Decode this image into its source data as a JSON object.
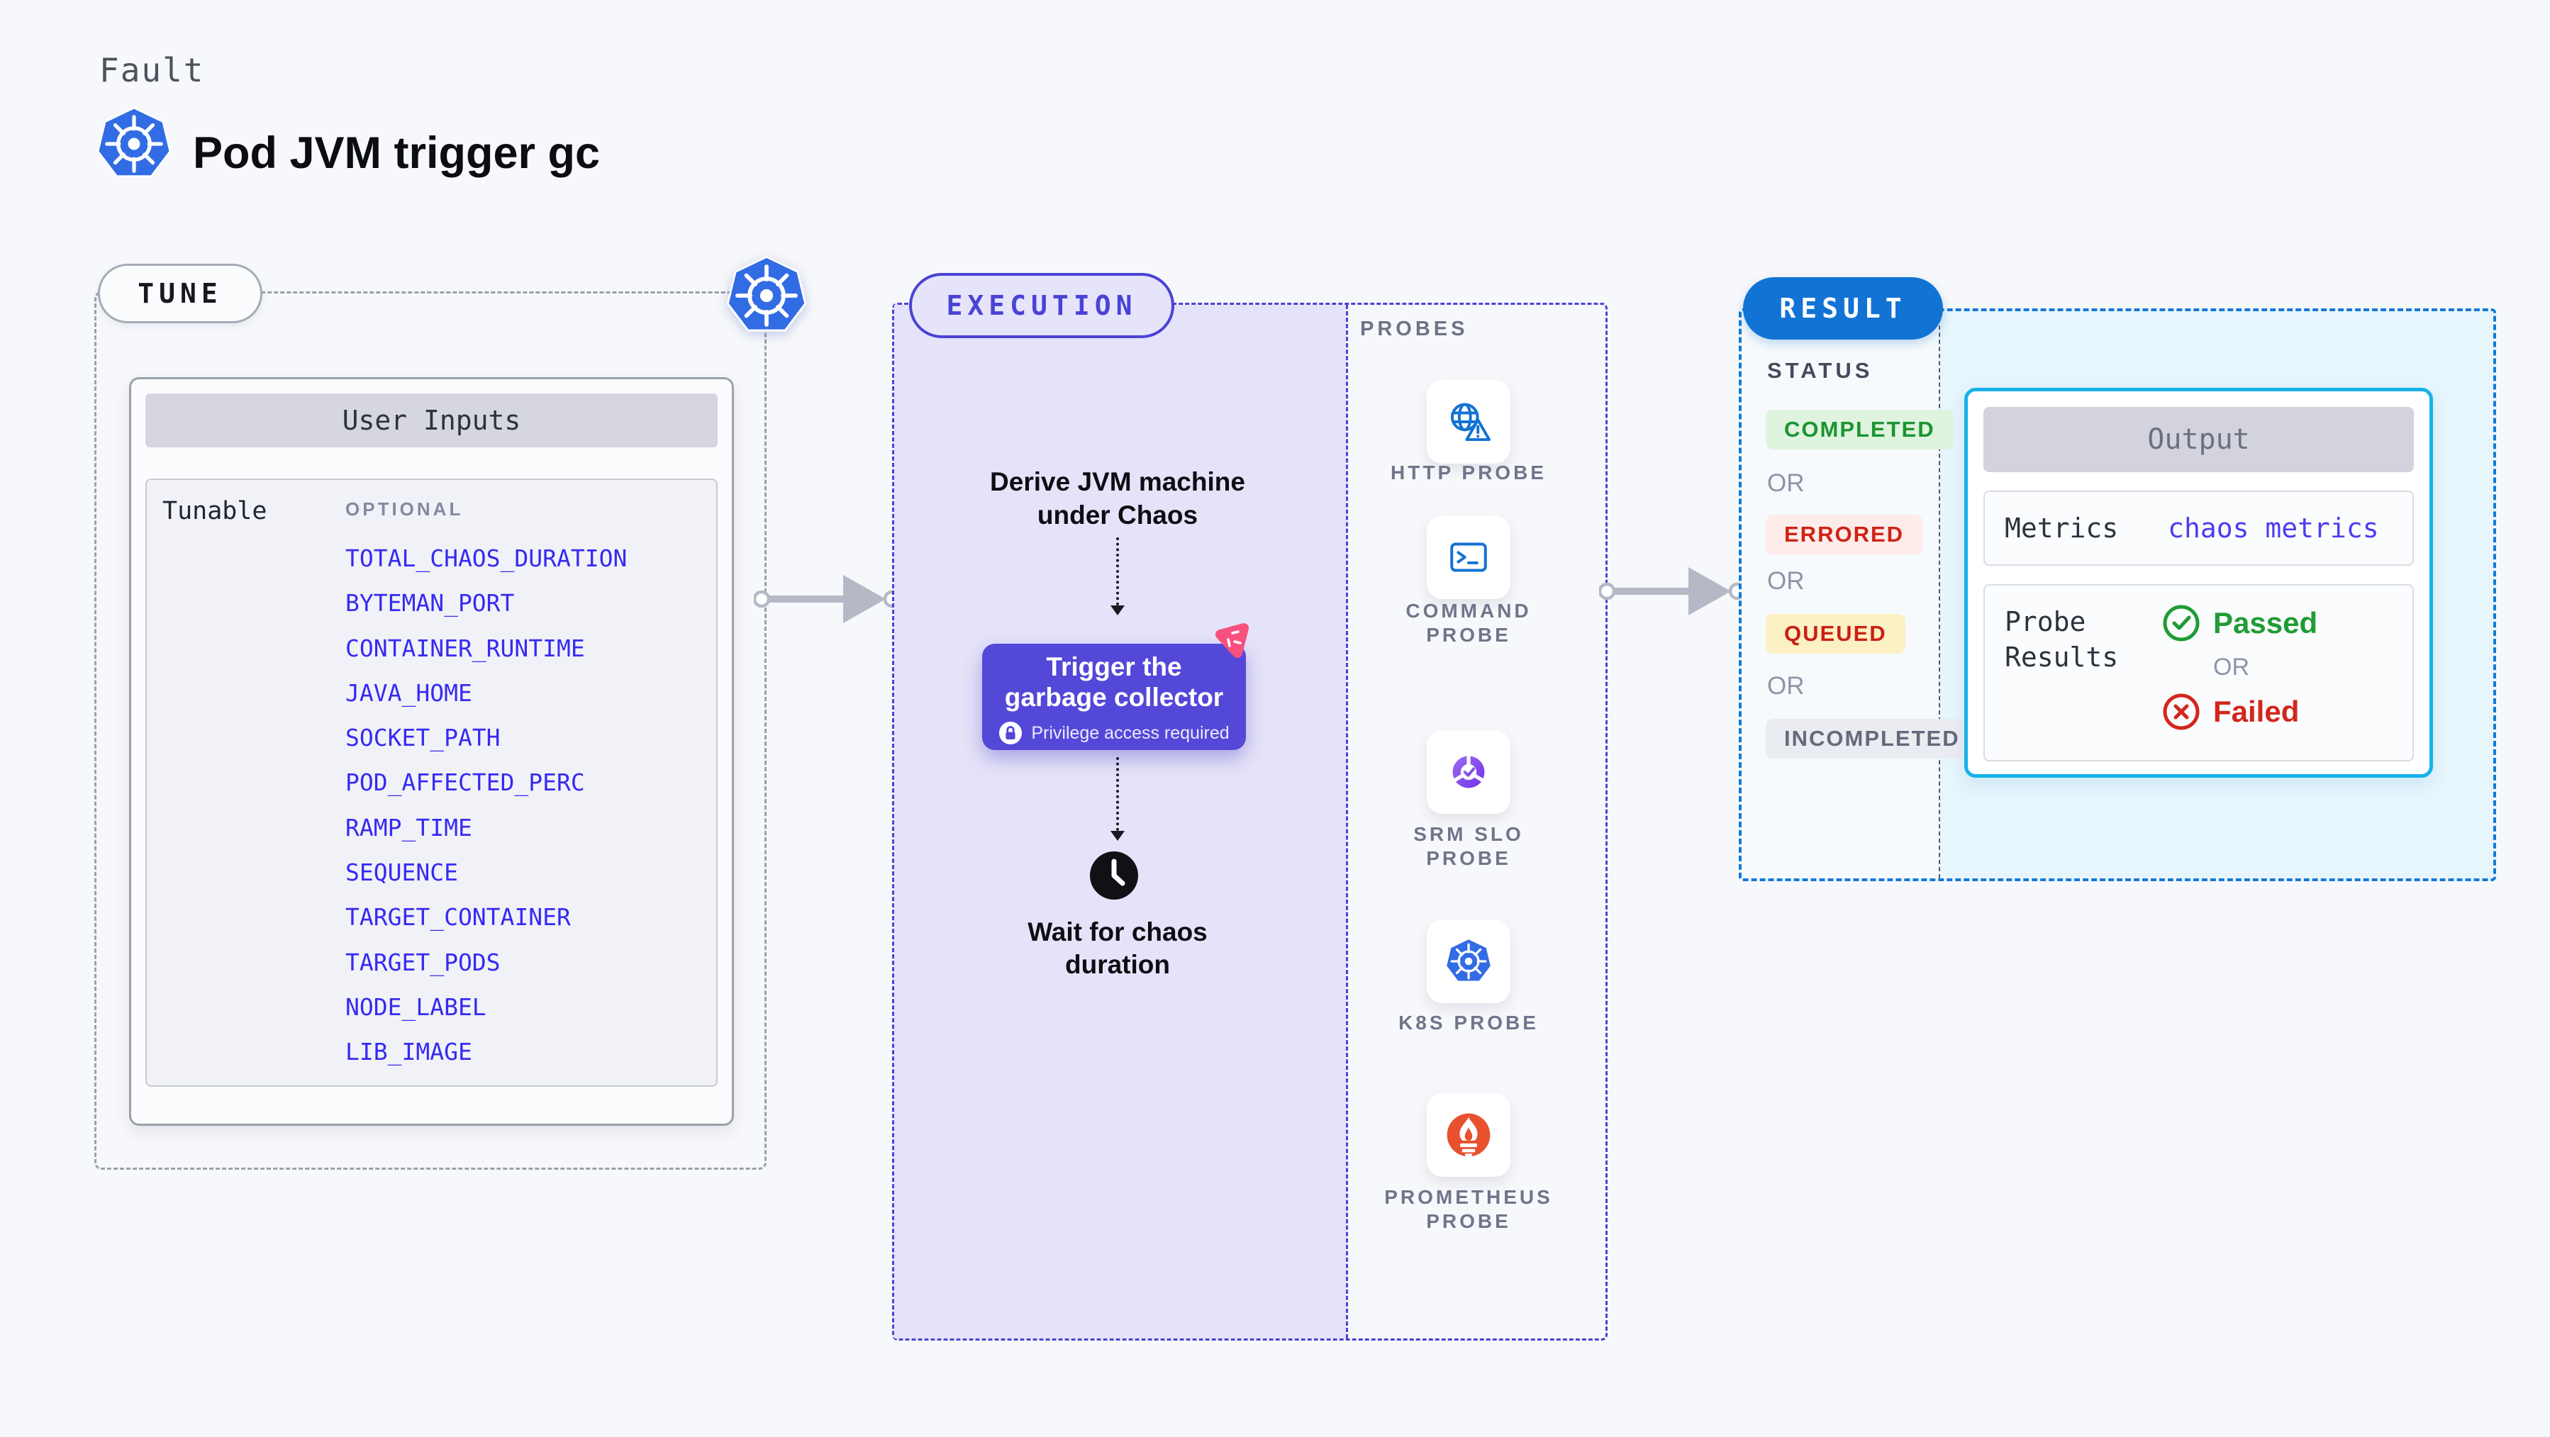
{
  "header": {
    "kicker": "Fault",
    "title": "Pod JVM trigger gc"
  },
  "tune": {
    "label": "TUNE",
    "card": {
      "header": "User Inputs",
      "row_label": "Tunable",
      "group_label": "OPTIONAL",
      "params": [
        "TOTAL_CHAOS_DURATION",
        "BYTEMAN_PORT",
        "CONTAINER_RUNTIME",
        "JAVA_HOME",
        "SOCKET_PATH",
        "POD_AFFECTED_PERC",
        "RAMP_TIME",
        "SEQUENCE",
        "TARGET_CONTAINER",
        "TARGET_PODS",
        "NODE_LABEL",
        "LIB_IMAGE"
      ]
    }
  },
  "execution": {
    "label": "EXECUTION",
    "derive": {
      "line1": "Derive JVM machine",
      "line2": "under Chaos"
    },
    "trigger": {
      "title": "Trigger the garbage collector",
      "subtitle": "Privilege access required"
    },
    "wait": {
      "line1": "Wait for chaos",
      "line2": "duration"
    }
  },
  "probes": {
    "label": "PROBES",
    "items": [
      {
        "icon": "http-probe-icon",
        "lines": [
          "HTTP PROBE",
          ""
        ]
      },
      {
        "icon": "command-probe-icon",
        "lines": [
          "COMMAND",
          "PROBE"
        ]
      },
      {
        "icon": "srm-slo-probe-icon",
        "lines": [
          "SRM SLO",
          "PROBE"
        ]
      },
      {
        "icon": "k8s-probe-icon",
        "lines": [
          "K8S PROBE",
          ""
        ]
      },
      {
        "icon": "prometheus-probe-icon",
        "lines": [
          "PROMETHEUS",
          "PROBE"
        ]
      }
    ]
  },
  "result": {
    "label": "RESULT",
    "status": {
      "label": "STATUS",
      "or": "OR",
      "badges": [
        {
          "text": "COMPLETED",
          "type": "success"
        },
        {
          "text": "ERRORED",
          "type": "error"
        },
        {
          "text": "QUEUED",
          "type": "queued"
        },
        {
          "text": "INCOMPLETED",
          "type": "muted"
        }
      ]
    },
    "output": {
      "header": "Output",
      "metrics_label": "Metrics",
      "metrics_value": "chaos metrics",
      "probe_results_label": "Probe Results",
      "passed": "Passed",
      "or": "OR",
      "failed": "Failed"
    }
  },
  "colors": {
    "page_bg": "#f7f8fb",
    "kubernetes_blue": "#326ce5",
    "execution_accent": "#4a43d6",
    "execution_fill": "#e5e3f9",
    "result_accent": "#1173d4",
    "result_fill": "#e7f5fc",
    "param_blue": "#362af2",
    "trigger_button": "#5448d9",
    "pink_badge": "#f7517f",
    "probe_icon_blue": "#1273d2",
    "prometheus_orange": "#e7512e",
    "passed_green": "#1f9c35",
    "failed_red": "#d3261c",
    "completed_green": "#1b9433",
    "errored_red": "#d02215",
    "queued_red": "#c92013",
    "arrow_gray": "#b5b8c5"
  }
}
